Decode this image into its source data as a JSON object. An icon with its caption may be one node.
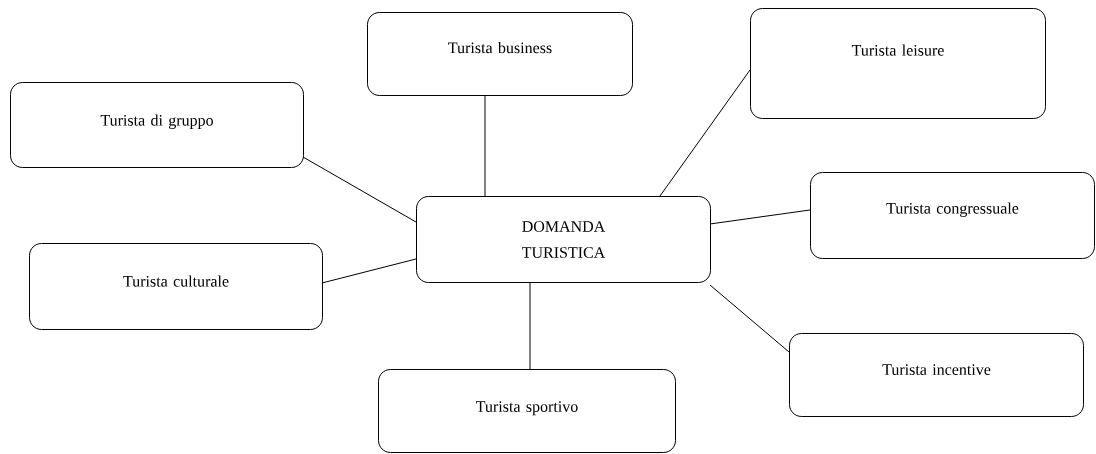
{
  "diagram": {
    "nodes": [
      {
        "text": [
          "Turista business"
        ]
      },
      {
        "text": [
          "Turista leisure"
        ]
      },
      {
        "text": [
          "Turista di gruppo"
        ]
      },
      {
        "text": [
          "DOMANDA TURISTICA"
        ]
      },
      {
        "text": [
          "Turista congressuale"
        ]
      },
      {
        "text": [
          "Turista culturale"
        ]
      },
      {
        "text": [
          "Turista incentive"
        ]
      },
      {
        "text": [
          "Turista sportivo"
        ]
      }
    ],
    "edges": [
      {
        "from": 3,
        "to": 0,
        "arrow": "none"
      },
      {
        "from": 3,
        "to": 1,
        "arrow": "none"
      },
      {
        "from": 3,
        "to": 2,
        "arrow": "none"
      },
      {
        "from": 3,
        "to": 4,
        "arrow": "none"
      },
      {
        "from": 3,
        "to": 5,
        "arrow": "none"
      },
      {
        "from": 3,
        "to": 6,
        "arrow": "none"
      },
      {
        "from": 3,
        "to": 7,
        "arrow": "none"
      }
    ]
  }
}
